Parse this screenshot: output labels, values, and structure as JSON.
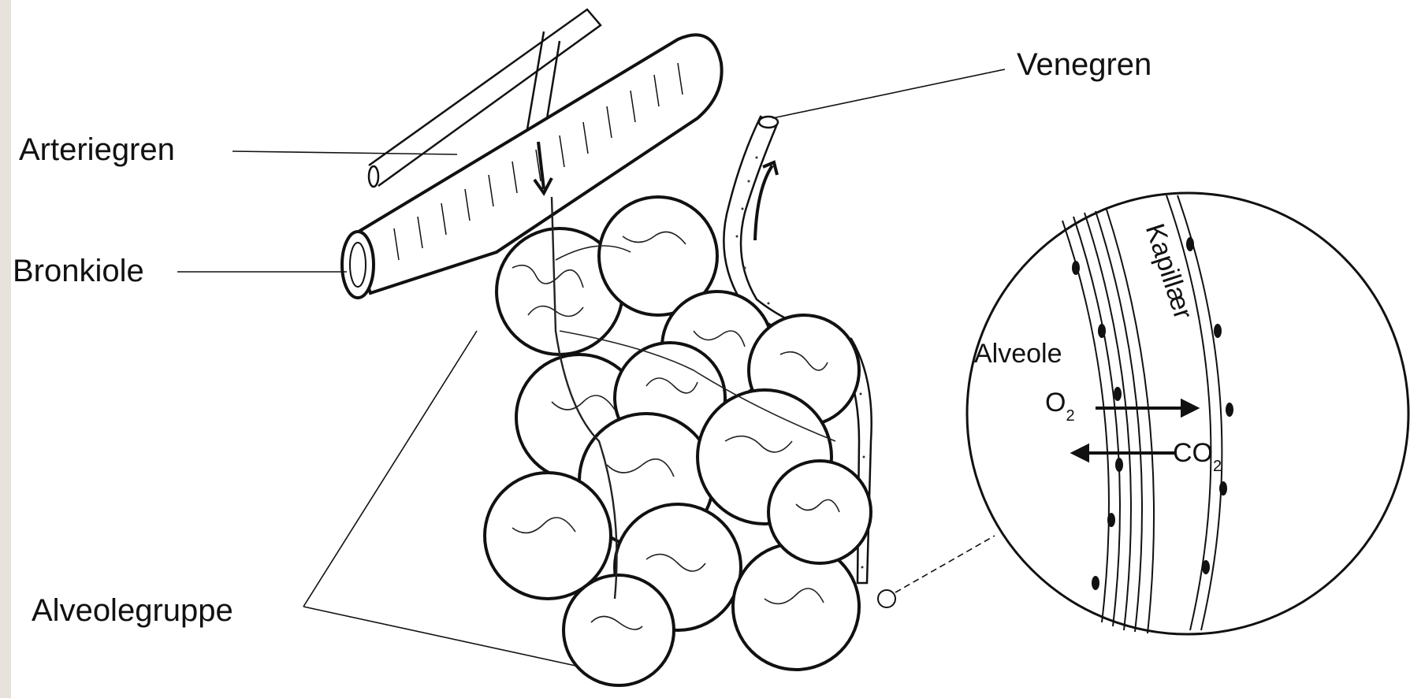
{
  "labels": {
    "arteriegren": "Arteriegren",
    "bronkiole": "Bronkiole",
    "alveolegruppe": "Alveolegruppe",
    "venegren": "Venegren"
  },
  "inset": {
    "alveole": "Alveole",
    "kapillaer": "Kapillær",
    "o2_main": "O",
    "o2_sub": "2",
    "co2_main": "CO",
    "co2_sub": "2"
  },
  "colors": {
    "ink": "#111111",
    "paper": "#ffffff",
    "edge_shadow": "#e7e2dc"
  }
}
